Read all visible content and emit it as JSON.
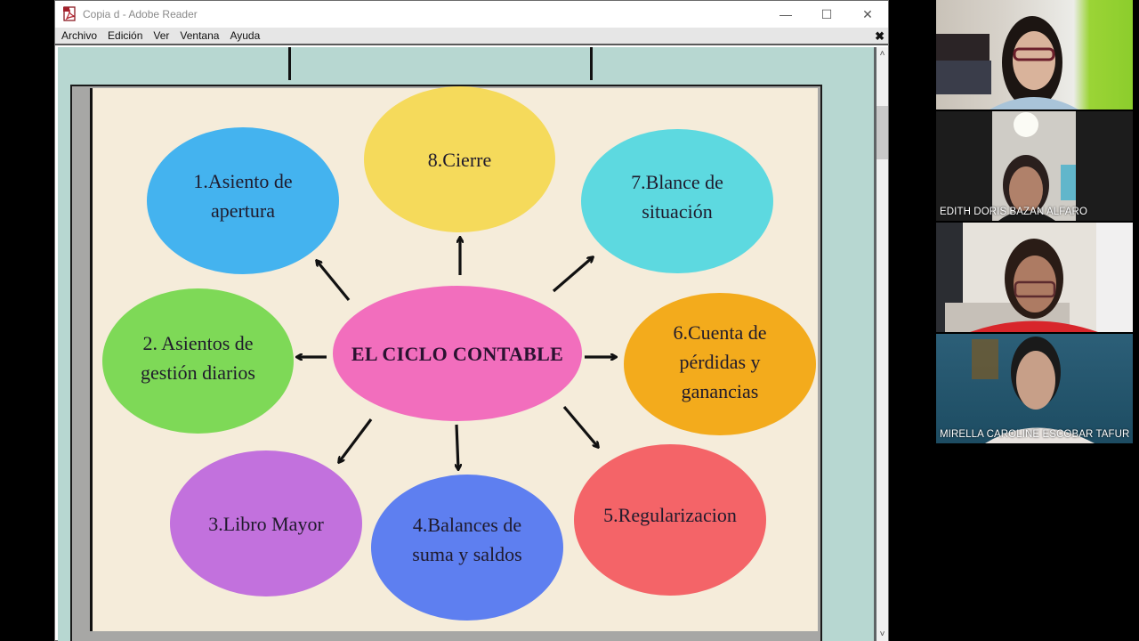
{
  "window": {
    "title": "Copia d - Adobe Reader",
    "controls": {
      "minimize": "—",
      "maximize": "☐",
      "close": "✕"
    }
  },
  "menubar": {
    "items": [
      "Archivo",
      "Edición",
      "Ver",
      "Ventana",
      "Ayuda"
    ],
    "close_doc": "✖"
  },
  "scrollbar": {
    "up": "˄",
    "down": "˅"
  },
  "document": {
    "background_color": "#b7d7d1",
    "page_color": "#f5ecda",
    "diagram": {
      "center": {
        "label": "EL CICLO CONTABLE",
        "color": "#f26ebd"
      },
      "nodes": [
        {
          "id": 1,
          "label": "1.Asiento de\napertura",
          "color": "#44b3ef"
        },
        {
          "id": 2,
          "label": "2. Asientos de\ngestión diarios",
          "color": "#7ed957"
        },
        {
          "id": 3,
          "label": "3.Libro Mayor",
          "color": "#c271dd"
        },
        {
          "id": 4,
          "label": "4.Balances de\nsuma y saldos",
          "color": "#5e7ff0"
        },
        {
          "id": 5,
          "label": "5.Regularizacion",
          "color": "#f46468"
        },
        {
          "id": 6,
          "label": "6.Cuenta de\npérdidas y\nganancias",
          "color": "#f3ab1c"
        },
        {
          "id": 7,
          "label": "7.Blance de\nsituación",
          "color": "#5dd9e0"
        },
        {
          "id": 8,
          "label": "8.Cierre",
          "color": "#f5da5b"
        }
      ]
    }
  },
  "participants": [
    {
      "name": "",
      "role": "speaker"
    },
    {
      "name": "EDITH DORIS BAZAN ALFARO"
    },
    {
      "name": ""
    },
    {
      "name": "MIRELLA CAROLINE ESCOBAR TAFUR"
    }
  ]
}
